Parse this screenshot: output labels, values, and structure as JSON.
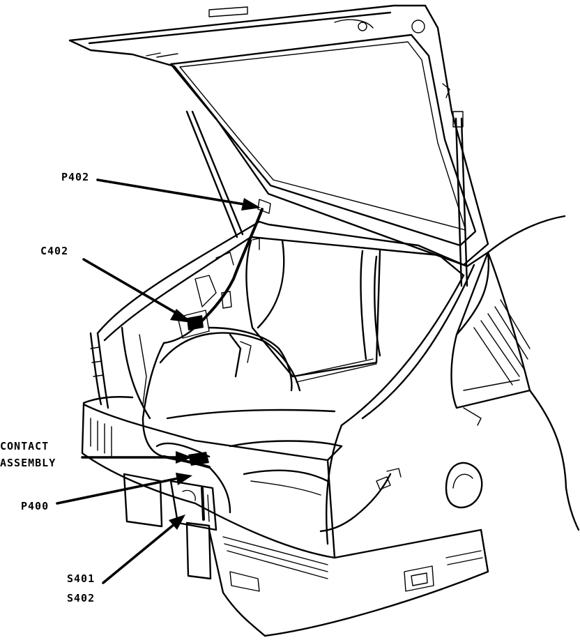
{
  "labels": {
    "p402": "P402",
    "c402": "C402",
    "contact_line1": "CONTACT",
    "contact_line2": "ASSEMBLY",
    "p400": "P400",
    "s401": "S401",
    "s402": "S402"
  }
}
